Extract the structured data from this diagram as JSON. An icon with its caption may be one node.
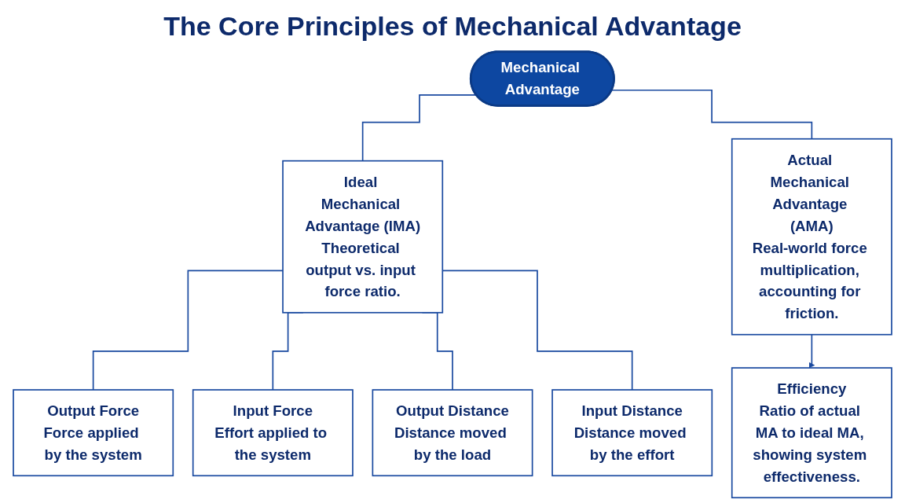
{
  "diagram": {
    "title": "The Core Principles of Mechanical Advantage",
    "nodes": [
      {
        "text": [
          "Mechanical Advantage"
        ]
      },
      {
        "text": [
          "Ideal Mechanical Advantage (IMA)",
          "Theoretical output vs. input force ratio."
        ]
      },
      {
        "text": [
          "Actual Mechanical Advantage (AMA)",
          "Real-world force multiplication, accounting for friction."
        ]
      },
      {
        "text": [
          "Efficiency",
          "Ratio of actual MA to ideal MA, showing system effectiveness."
        ]
      },
      {
        "text": [
          "Output Force",
          "Force applied by the system"
        ]
      },
      {
        "text": [
          "Input Force",
          "Effort applied to the system"
        ]
      },
      {
        "text": [
          "Output Distance",
          "Distance moved by the load"
        ]
      },
      {
        "text": [
          "Input Distance",
          "Distance moved by the effort"
        ]
      }
    ],
    "edges": [
      {
        "from": 0,
        "to": 1,
        "arrow": "none"
      },
      {
        "from": 0,
        "to": 2,
        "arrow": "none"
      },
      {
        "from": 2,
        "to": 3,
        "arrow": "to"
      },
      {
        "from": 1,
        "to": 4,
        "arrow": "none"
      },
      {
        "from": 1,
        "to": 5,
        "arrow": "none"
      },
      {
        "from": 1,
        "to": 6,
        "arrow": "none"
      },
      {
        "from": 1,
        "to": 7,
        "arrow": "none"
      }
    ]
  }
}
